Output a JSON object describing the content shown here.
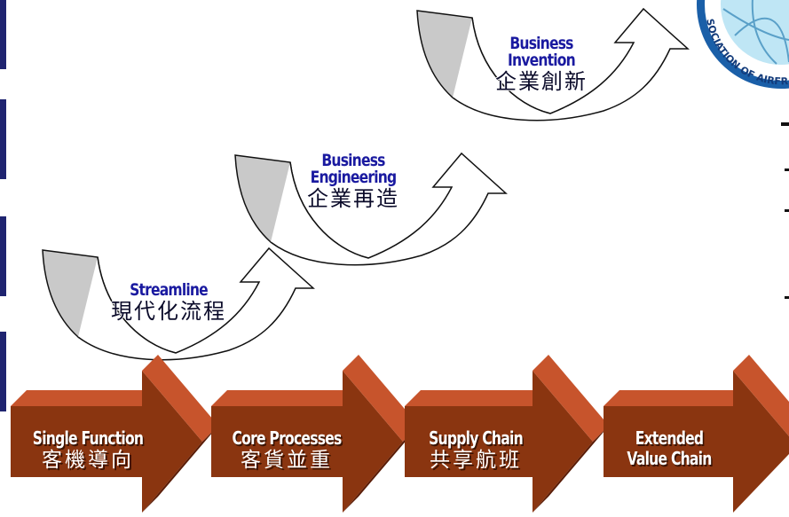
{
  "curves": [
    {
      "en": "Streamline",
      "zh": "現代化流程"
    },
    {
      "en_line1": "Business",
      "en_line2": "Engineering",
      "zh": "企業再造"
    },
    {
      "en_line1": "Business",
      "en_line2": "Invention",
      "zh": "企業創新"
    }
  ],
  "steps": [
    {
      "en": "Single Function",
      "zh": "客機導向"
    },
    {
      "en": "Core Processes",
      "zh": "客貨並重"
    },
    {
      "en": "Supply Chain",
      "zh": "共享航班"
    },
    {
      "en_line1": "Extended",
      "en_line2": "Value Chain"
    }
  ],
  "seal": {
    "text": "SOCIATION OF AIRFREI"
  },
  "colors": {
    "step_front": "#8a3510",
    "step_top": "#c7542c",
    "step_side": "#5a1c06",
    "curve_shade": "#c9c9c9",
    "sidebar": "#1f2470",
    "seal_border": "#1a5fa8",
    "seal_fill": "#bfe6f5"
  }
}
